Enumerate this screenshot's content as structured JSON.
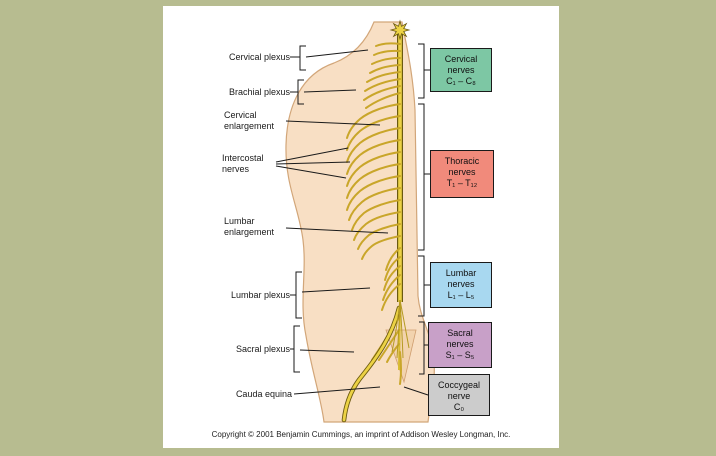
{
  "colors": {
    "background": "#b7bc90",
    "page": "#ffffff",
    "skin": "#f8dfc4",
    "nerve_yellow": "#ecd245",
    "line": "#1a1a1a"
  },
  "left_labels": [
    {
      "text": "Cervical plexus"
    },
    {
      "text": "Brachial plexus"
    },
    {
      "text": "Cervical enlargement"
    },
    {
      "text": "Intercostal nerves"
    },
    {
      "text": "Lumbar enlargement"
    },
    {
      "text": "Lumbar plexus"
    },
    {
      "text": "Sacral plexus"
    },
    {
      "text": "Cauda equina"
    }
  ],
  "nerve_groups": [
    {
      "name": "Cervical",
      "noun": "nerves",
      "range": "C₁ – C₈",
      "color": "#7dc7a4"
    },
    {
      "name": "Thoracic",
      "noun": "nerves",
      "range": "T₁ – T₁₂",
      "color": "#f18a7b"
    },
    {
      "name": "Lumbar",
      "noun": "nerves",
      "range": "L₁ – L₅",
      "color": "#a8d8f0"
    },
    {
      "name": "Sacral",
      "noun": "nerves",
      "range": "S₁ – S₅",
      "color": "#c8a0c8"
    },
    {
      "name": "Coccygeal",
      "noun": "nerve",
      "range": "C₀",
      "color": "#cccccc"
    }
  ],
  "copyright": "Copyright © 2001 Benjamin Cummings, an imprint of Addison Wesley Longman, Inc."
}
